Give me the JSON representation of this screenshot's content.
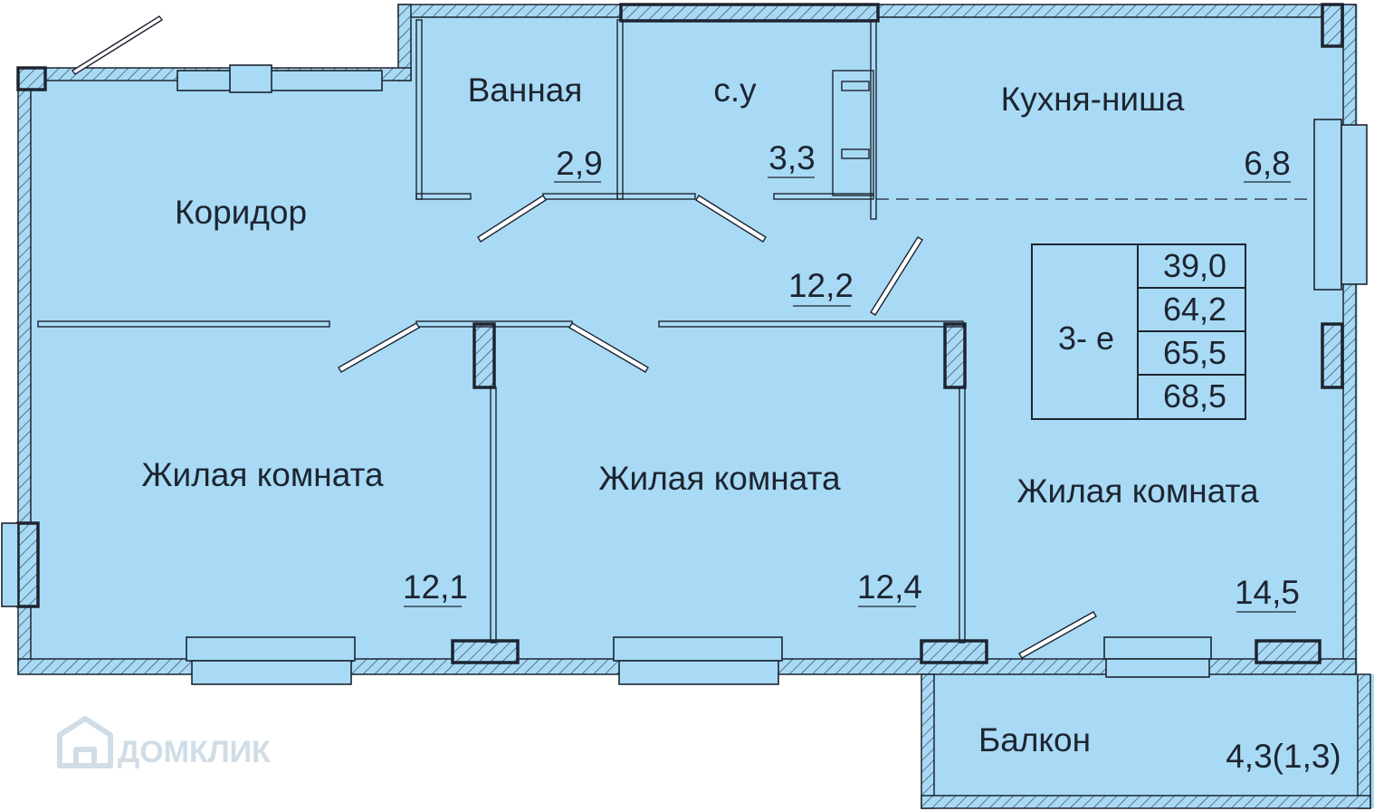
{
  "plan": {
    "rooms": [
      {
        "id": "corridor",
        "name": "Коридор",
        "area": "12,2"
      },
      {
        "id": "bath",
        "name": "Ванная",
        "area": "2,9"
      },
      {
        "id": "wc",
        "name": "с.у",
        "area": "3,3"
      },
      {
        "id": "kitchen",
        "name": "Кухня-ниша",
        "area": "6,8"
      },
      {
        "id": "room1",
        "name": "Жилая комната",
        "area": "12,1"
      },
      {
        "id": "room2",
        "name": "Жилая комната",
        "area": "12,4"
      },
      {
        "id": "room3",
        "name": "Жилая комната",
        "area": "14,5"
      },
      {
        "id": "balcony",
        "name": "Балкон",
        "area": "4,3(1,3)"
      }
    ],
    "summary": {
      "type_label": "3- е",
      "values": [
        "39,0",
        "64,2",
        "65,5",
        "68,5"
      ]
    }
  },
  "watermark": {
    "text": "ДОМКЛИК"
  },
  "colors": {
    "floor": "#a8daf5",
    "wall": "#1d2430",
    "wall_fill": "#a8daf5",
    "watermark": "#d0dde6"
  }
}
